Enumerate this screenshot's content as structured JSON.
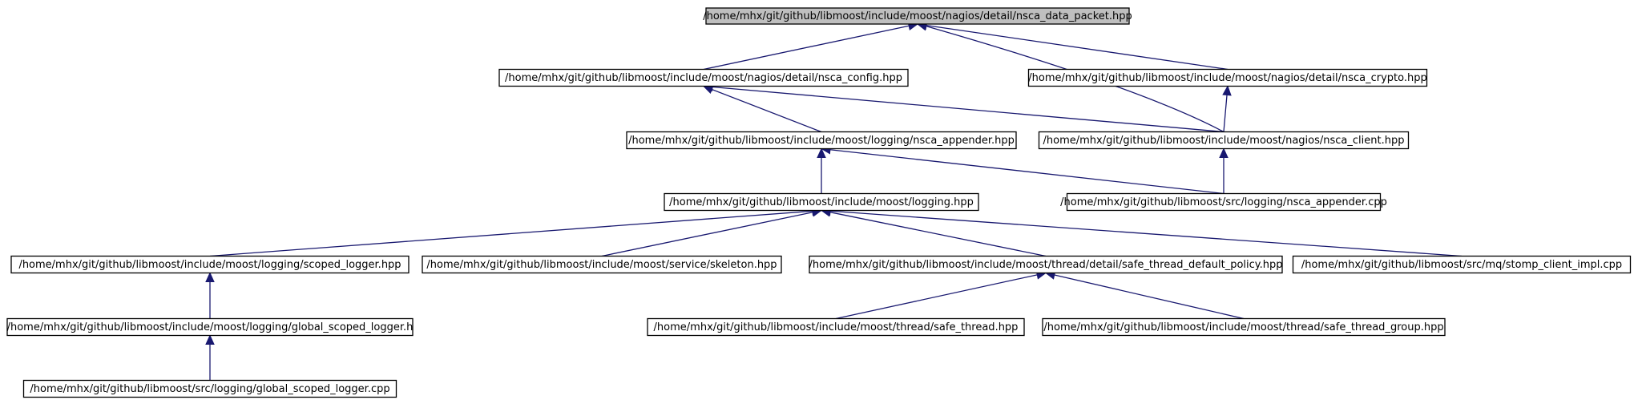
{
  "graph": {
    "nodes": [
      {
        "id": "n0",
        "label": "/home/mhx/git/github/libmoost/include/moost/nagios/detail/nsca_data_packet.hpp",
        "root": true
      },
      {
        "id": "n1",
        "label": "/home/mhx/git/github/libmoost/include/moost/nagios/detail/nsca_config.hpp"
      },
      {
        "id": "n2",
        "label": "/home/mhx/git/github/libmoost/include/moost/nagios/detail/nsca_crypto.hpp"
      },
      {
        "id": "n3",
        "label": "/home/mhx/git/github/libmoost/include/moost/logging/nsca_appender.hpp"
      },
      {
        "id": "n4",
        "label": "/home/mhx/git/github/libmoost/include/moost/nagios/nsca_client.hpp"
      },
      {
        "id": "n5",
        "label": "/home/mhx/git/github/libmoost/include/moost/logging.hpp"
      },
      {
        "id": "n6",
        "label": "/home/mhx/git/github/libmoost/src/logging/nsca_appender.cpp"
      },
      {
        "id": "n7",
        "label": "/home/mhx/git/github/libmoost/include/moost/logging/scoped_logger.hpp"
      },
      {
        "id": "n8",
        "label": "/home/mhx/git/github/libmoost/include/moost/service/skeleton.hpp"
      },
      {
        "id": "n9",
        "label": "/home/mhx/git/github/libmoost/include/moost/thread/detail/safe_thread_default_policy.hpp"
      },
      {
        "id": "n10",
        "label": "/home/mhx/git/github/libmoost/src/mq/stomp_client_impl.cpp"
      },
      {
        "id": "n11",
        "label": "/home/mhx/git/github/libmoost/include/moost/logging/global_scoped_logger.h"
      },
      {
        "id": "n12",
        "label": "/home/mhx/git/github/libmoost/include/moost/thread/safe_thread.hpp"
      },
      {
        "id": "n13",
        "label": "/home/mhx/git/github/libmoost/include/moost/thread/safe_thread_group.hpp"
      },
      {
        "id": "n14",
        "label": "/home/mhx/git/github/libmoost/src/logging/global_scoped_logger.cpp"
      }
    ],
    "edges": [
      {
        "from": "n1",
        "to": "n0"
      },
      {
        "from": "n2",
        "to": "n0"
      },
      {
        "from": "n4",
        "to": "n0"
      },
      {
        "from": "n3",
        "to": "n1"
      },
      {
        "from": "n4",
        "to": "n1"
      },
      {
        "from": "n4",
        "to": "n2"
      },
      {
        "from": "n5",
        "to": "n3"
      },
      {
        "from": "n6",
        "to": "n3"
      },
      {
        "from": "n6",
        "to": "n4"
      },
      {
        "from": "n7",
        "to": "n5"
      },
      {
        "from": "n8",
        "to": "n5"
      },
      {
        "from": "n9",
        "to": "n5"
      },
      {
        "from": "n10",
        "to": "n5"
      },
      {
        "from": "n11",
        "to": "n7"
      },
      {
        "from": "n12",
        "to": "n9"
      },
      {
        "from": "n13",
        "to": "n9"
      },
      {
        "from": "n14",
        "to": "n11"
      }
    ]
  }
}
